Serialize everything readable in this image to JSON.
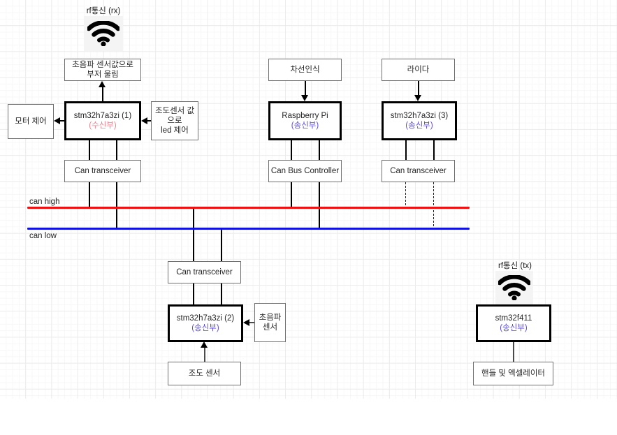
{
  "diagram": {
    "title": "CAN bus vehicle control architecture",
    "bus": {
      "high_label": "can high",
      "low_label": "can low",
      "high_color": "#ee1111",
      "low_color": "#1111dd"
    },
    "icons": {
      "wifi_rx": {
        "name": "wifi-icon",
        "caption": "rf통신 (rx)"
      },
      "wifi_tx": {
        "name": "wifi-icon",
        "caption": "rf통신 (tx)"
      }
    },
    "nodes": {
      "buzzer": {
        "label": "초음파 센서값으로\n부저 울림",
        "line1": "초음파 센서값으로",
        "line2": "부저 울림"
      },
      "motor": {
        "label": "모터 제어"
      },
      "mcu1": {
        "label": "stm32h7a3zi (1)",
        "sub": "(수신부)",
        "sub_color": "#f0808c"
      },
      "led": {
        "line1": "조도센서 값",
        "line2": "으로",
        "line3": "led 제어"
      },
      "can_tx_left": {
        "label": "Can transceiver"
      },
      "lane": {
        "label": "차선인식"
      },
      "rpi": {
        "label": "Raspberry Pi",
        "sub": "(송신부)",
        "sub_color": "#5b4cdb"
      },
      "can_bus_ctrl": {
        "label": "Can Bus Controller"
      },
      "lidar": {
        "label": "라이다"
      },
      "mcu3": {
        "label": "stm32h7a3zi (3)",
        "sub": "(송신부)",
        "sub_color": "#5b4cdb"
      },
      "can_tx_right": {
        "label": "Can transceiver"
      },
      "can_tx_bottom": {
        "label": "Can transceiver"
      },
      "mcu2": {
        "label": "stm32h7a3zi (2)",
        "sub": "(송신부)",
        "sub_color": "#5b4cdb"
      },
      "ultrasonic": {
        "line1": "초음파",
        "line2": "센서"
      },
      "light_sensor": {
        "label": "조도 센서"
      },
      "mcu_f411": {
        "label": "stm32f411",
        "sub": "(송신부)",
        "sub_color": "#5b4cdb"
      },
      "steering": {
        "label": "핸들 및 엑셀레이터"
      }
    }
  }
}
